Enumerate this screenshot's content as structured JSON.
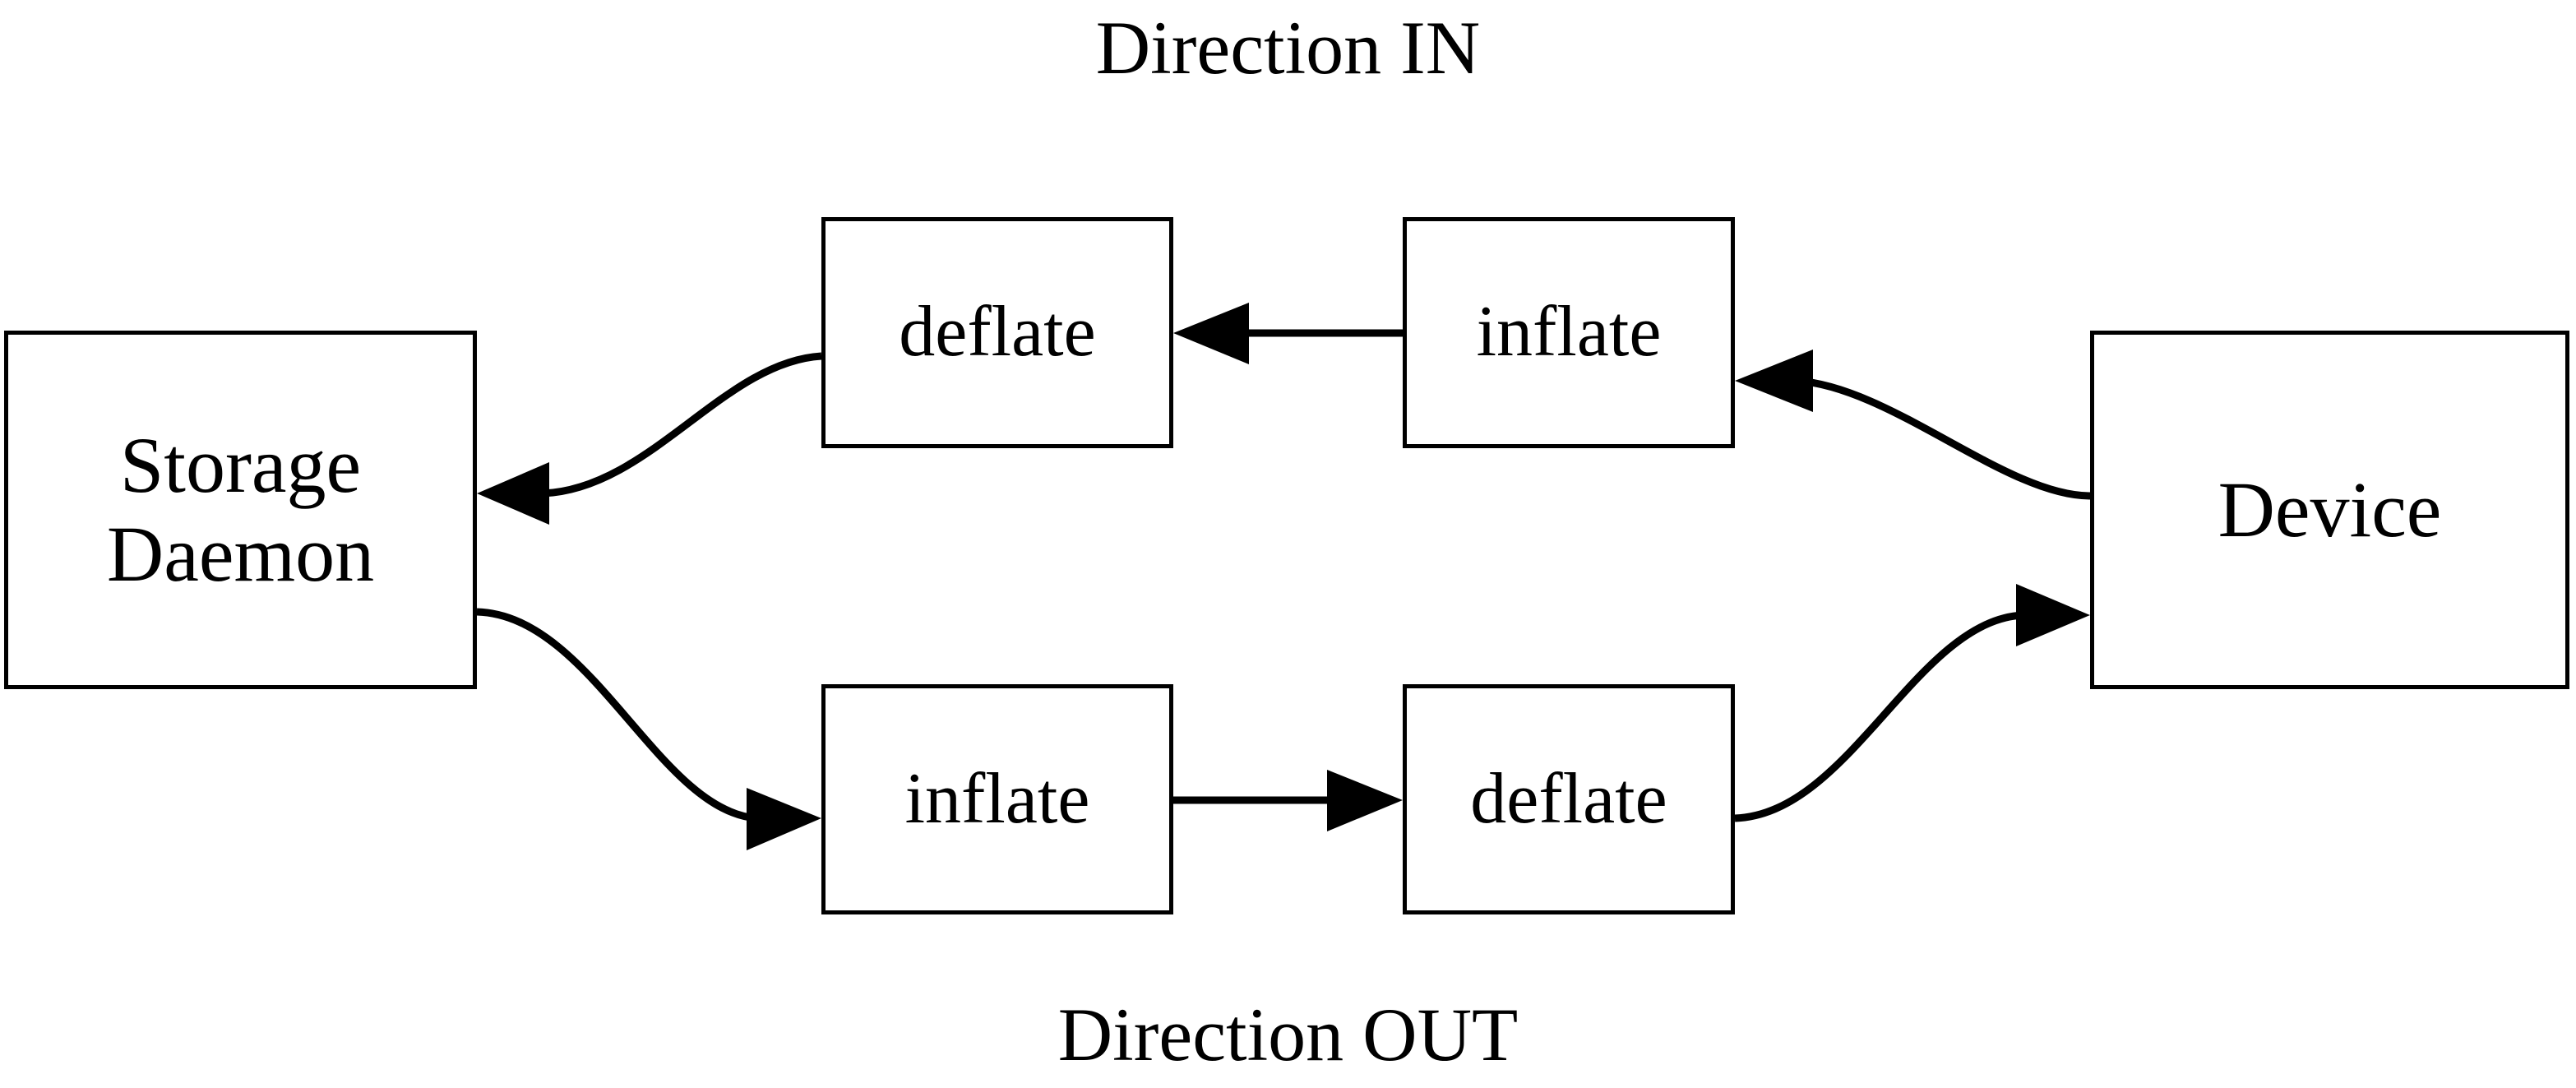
{
  "diagram": {
    "title_top": "Direction IN",
    "title_bottom": "Direction OUT",
    "nodes": {
      "storage_daemon_line1": "Storage",
      "storage_daemon_line2": "Daemon",
      "device": "Device",
      "in_deflate": "deflate",
      "in_inflate": "inflate",
      "out_inflate": "inflate",
      "out_deflate": "deflate"
    },
    "colors": {
      "stroke": "#000000",
      "background": "#ffffff",
      "text": "#000000"
    },
    "edges": [
      {
        "name": "device-to-in-inflate",
        "from": "Device",
        "to": "inflate (IN)",
        "style": "curve",
        "arrow": "left"
      },
      {
        "name": "in-inflate-to-in-deflate",
        "from": "inflate (IN)",
        "to": "deflate (IN)",
        "style": "straight",
        "arrow": "left"
      },
      {
        "name": "in-deflate-to-storage",
        "from": "deflate (IN)",
        "to": "Storage Daemon",
        "style": "curve",
        "arrow": "left"
      },
      {
        "name": "storage-to-out-inflate",
        "from": "Storage Daemon",
        "to": "inflate (OUT)",
        "style": "curve",
        "arrow": "right"
      },
      {
        "name": "out-inflate-to-out-deflate",
        "from": "inflate (OUT)",
        "to": "deflate (OUT)",
        "style": "straight",
        "arrow": "right"
      },
      {
        "name": "out-deflate-to-device",
        "from": "deflate (OUT)",
        "to": "Device",
        "style": "curve",
        "arrow": "right"
      }
    ]
  }
}
